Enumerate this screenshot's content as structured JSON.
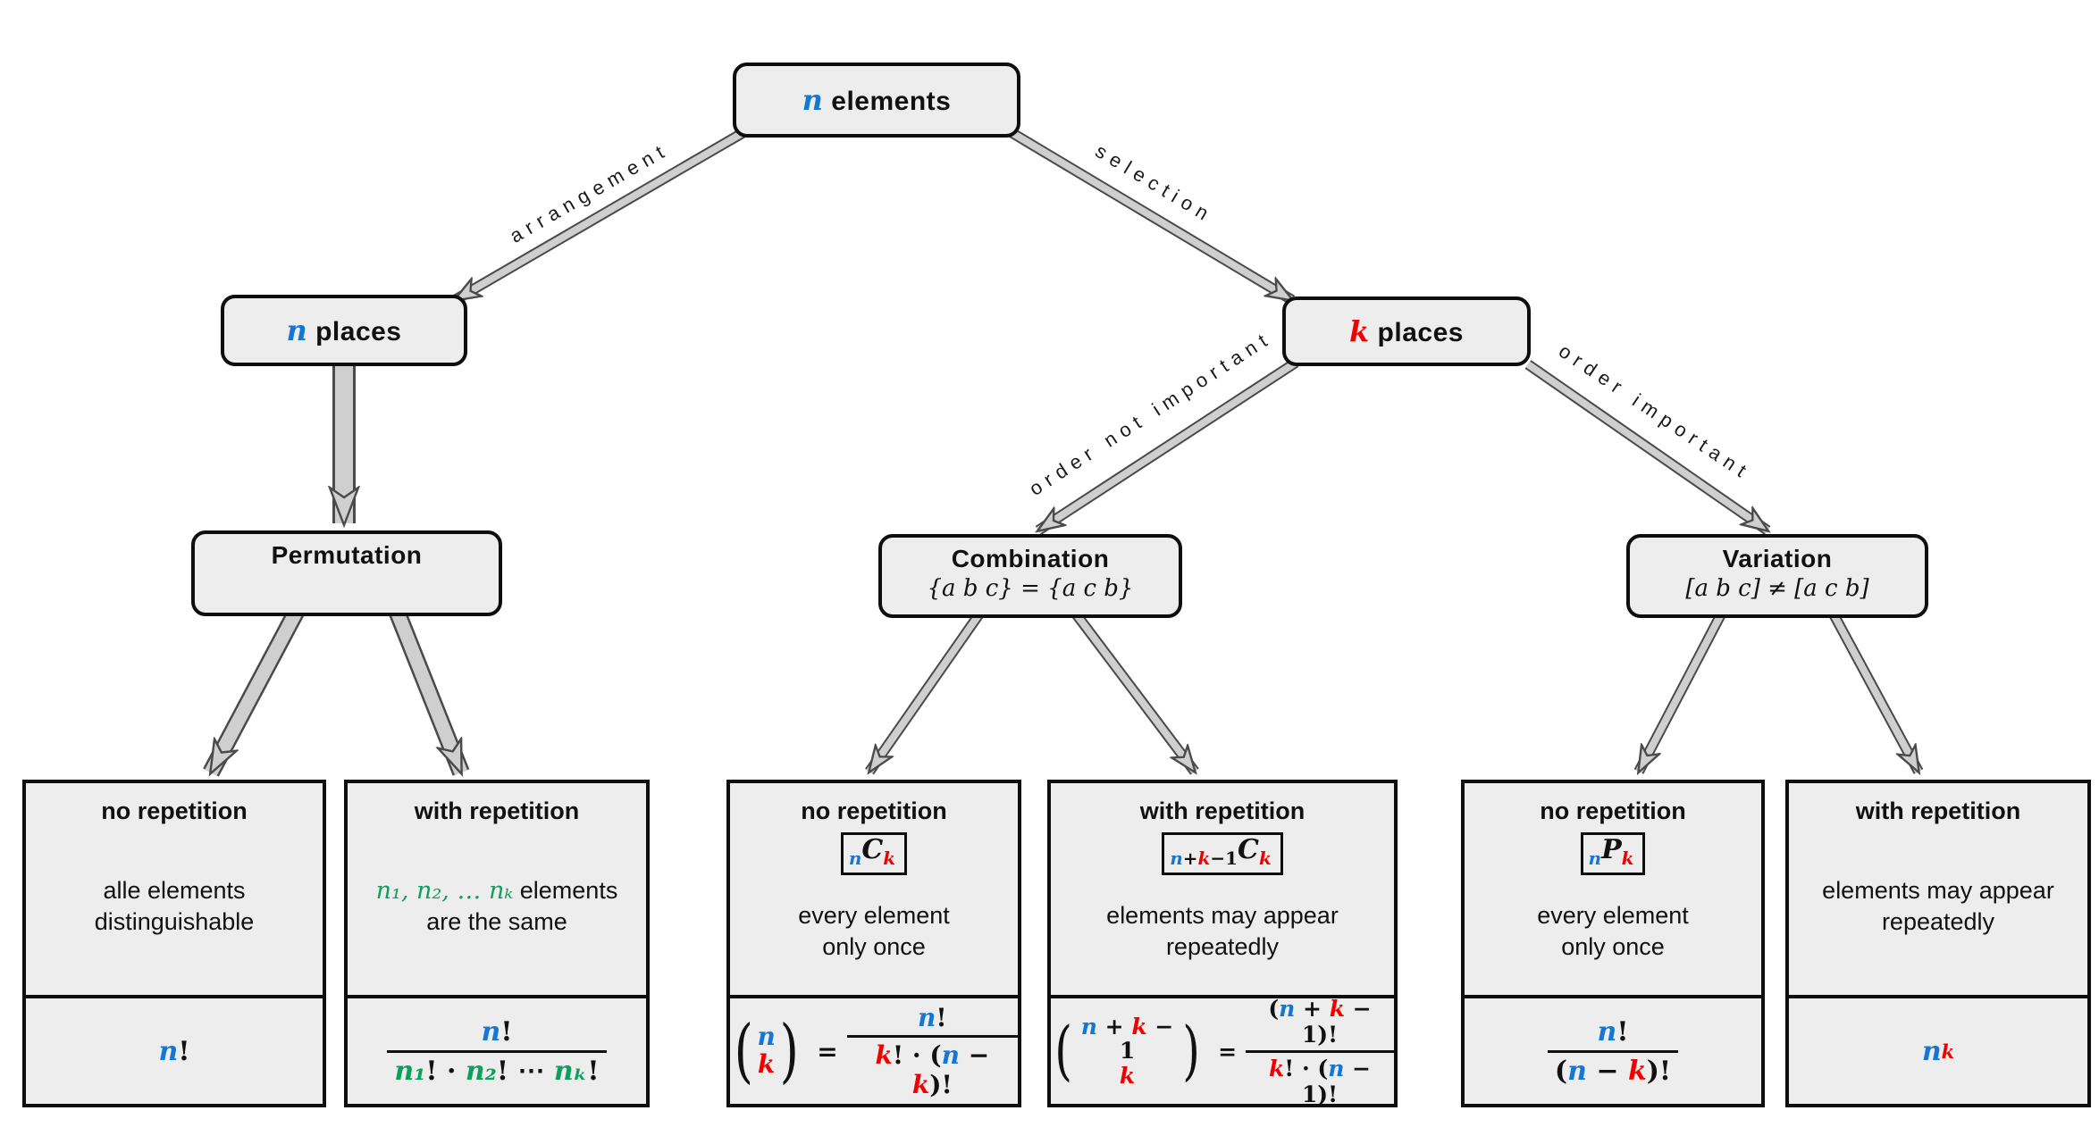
{
  "colors": {
    "blue": "#1477d2",
    "red": "#f20000",
    "green": "#0da05a",
    "box_fill": "#ededed",
    "arrow_fill": "#cfcfcf",
    "arrow_outline": "#4a4a4a"
  },
  "root": {
    "var": "n",
    "label": "elements"
  },
  "edges": {
    "arrangement": "arrangement",
    "selection": "selection",
    "order_not_important": "order not important",
    "order_important": "order important"
  },
  "nodes": {
    "places_n": {
      "var": "n",
      "label": "places"
    },
    "places_k": {
      "var": "k",
      "label": "places"
    },
    "permutation": {
      "title": "Permutation"
    },
    "combination": {
      "title": "Combination",
      "example": "{a b c} = {a c b}"
    },
    "variation": {
      "title": "Variation",
      "example": "[a b c] ≠ [a c b]"
    }
  },
  "leaves": [
    {
      "title": "no repetition",
      "desc": [
        "alle elements",
        "distinguishable"
      ],
      "formula": {
        "n": "n",
        "bang": "!"
      }
    },
    {
      "title": "with repetition",
      "desc_green": "n₁, n₂, … nₖ",
      "desc_black": "elements",
      "desc_line2": "are the same",
      "formula": {
        "num_n": "n",
        "num_bang": "!",
        "d1": "n₁",
        "d2": "! · ",
        "d3": "n₂",
        "d4": "! ⋯ ",
        "d5": "nₖ",
        "d6": "!"
      }
    },
    {
      "title": "no repetition",
      "chip": {
        "s1": "n",
        "mid": "C",
        "s2": "k"
      },
      "desc": [
        "every element",
        "only once"
      ],
      "formula": {
        "b_top": "n",
        "b_bot": "k",
        "eq": "=",
        "num_n": "n",
        "num_bang": "!",
        "d1": "k",
        "d2": "! · (",
        "d3": "n",
        "d4": " − ",
        "d5": "k",
        "d6": ")!"
      }
    },
    {
      "title": "with repetition",
      "chip": {
        "s1": "n",
        "s2": "+",
        "s3": "k",
        "s4": "−1",
        "mid": "C",
        "s5": "k"
      },
      "desc": [
        "elements may appear",
        "repeatedly"
      ],
      "formula": {
        "bt1": "n",
        "bt2": " + ",
        "bt3": "k",
        "bt4": " − 1",
        "b_bot": "k",
        "eq": "=",
        "n1": "(",
        "n2": "n",
        "n3": " + ",
        "n4": "k",
        "n5": " − 1",
        "n6": ")!",
        "d1": "k",
        "d2": "! · (",
        "d3": "n",
        "d4": " − 1)!"
      }
    },
    {
      "title": "no repetition",
      "chip": {
        "s1": "n",
        "mid": "P",
        "s2": "k"
      },
      "desc": [
        "every element",
        "only once"
      ],
      "formula": {
        "num_n": "n",
        "num_bang": "!",
        "d1": "(",
        "d2": "n",
        "d3": " − ",
        "d4": "k",
        "d5": ")!"
      }
    },
    {
      "title": "with repetition",
      "desc": [
        "elements may appear",
        "repeatedly"
      ],
      "formula": {
        "base": "n",
        "sup": "k"
      }
    }
  ]
}
